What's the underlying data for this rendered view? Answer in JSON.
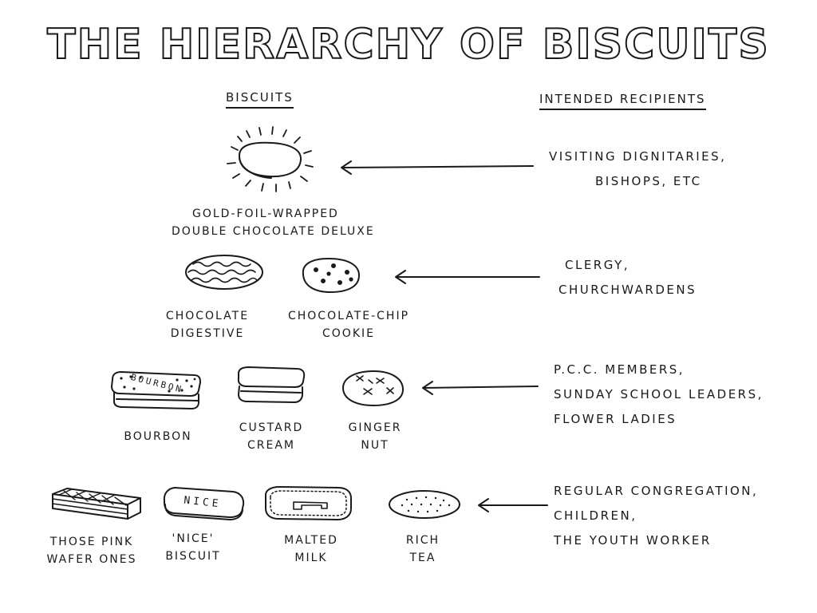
{
  "title": "THE HIERARCHY OF BISCUITS",
  "columns": {
    "biscuits": "BISCUITS",
    "recipients": "INTENDED RECIPIENTS"
  },
  "tiers": [
    {
      "biscuits": [
        {
          "line1": "GOLD-FOIL-WRAPPED",
          "line2": "DOUBLE CHOCOLATE DELUXE"
        }
      ],
      "recipients": [
        "VISITING DIGNITARIES,",
        "BISHOPS, ETC"
      ]
    },
    {
      "biscuits": [
        {
          "line1": "CHOCOLATE",
          "line2": "DIGESTIVE"
        },
        {
          "line1": "CHOCOLATE-CHIP",
          "line2": "COOKIE"
        }
      ],
      "recipients": [
        "CLERGY,",
        "CHURCHWARDENS"
      ]
    },
    {
      "biscuits": [
        {
          "line1": "BOURBON",
          "line2": ""
        },
        {
          "line1": "CUSTARD",
          "line2": "CREAM"
        },
        {
          "line1": "GINGER",
          "line2": "NUT"
        }
      ],
      "recipients": [
        "P.C.C. MEMBERS,",
        "SUNDAY SCHOOL LEADERS,",
        "FLOWER LADIES"
      ]
    },
    {
      "biscuits": [
        {
          "line1": "THOSE PINK",
          "line2": "WAFER ONES"
        },
        {
          "line1": "'NICE'",
          "line2": "BISCUIT"
        },
        {
          "line1": "MALTED",
          "line2": "MILK"
        },
        {
          "line1": "RICH",
          "line2": "TEA"
        }
      ],
      "recipients": [
        "REGULAR CONGREGATION,",
        "CHILDREN,",
        "THE YOUTH WORKER"
      ]
    }
  ],
  "biscuit_text": {
    "bourbon": "BOURBON",
    "nice": "NICE"
  },
  "icons": [
    "gold-biscuit-icon",
    "chocolate-digestive-icon",
    "cookie-icon",
    "bourbon-icon",
    "custard-cream-icon",
    "ginger-nut-icon",
    "wafer-icon",
    "nice-biscuit-icon",
    "malted-milk-icon",
    "rich-tea-icon",
    "arrow-icon"
  ]
}
